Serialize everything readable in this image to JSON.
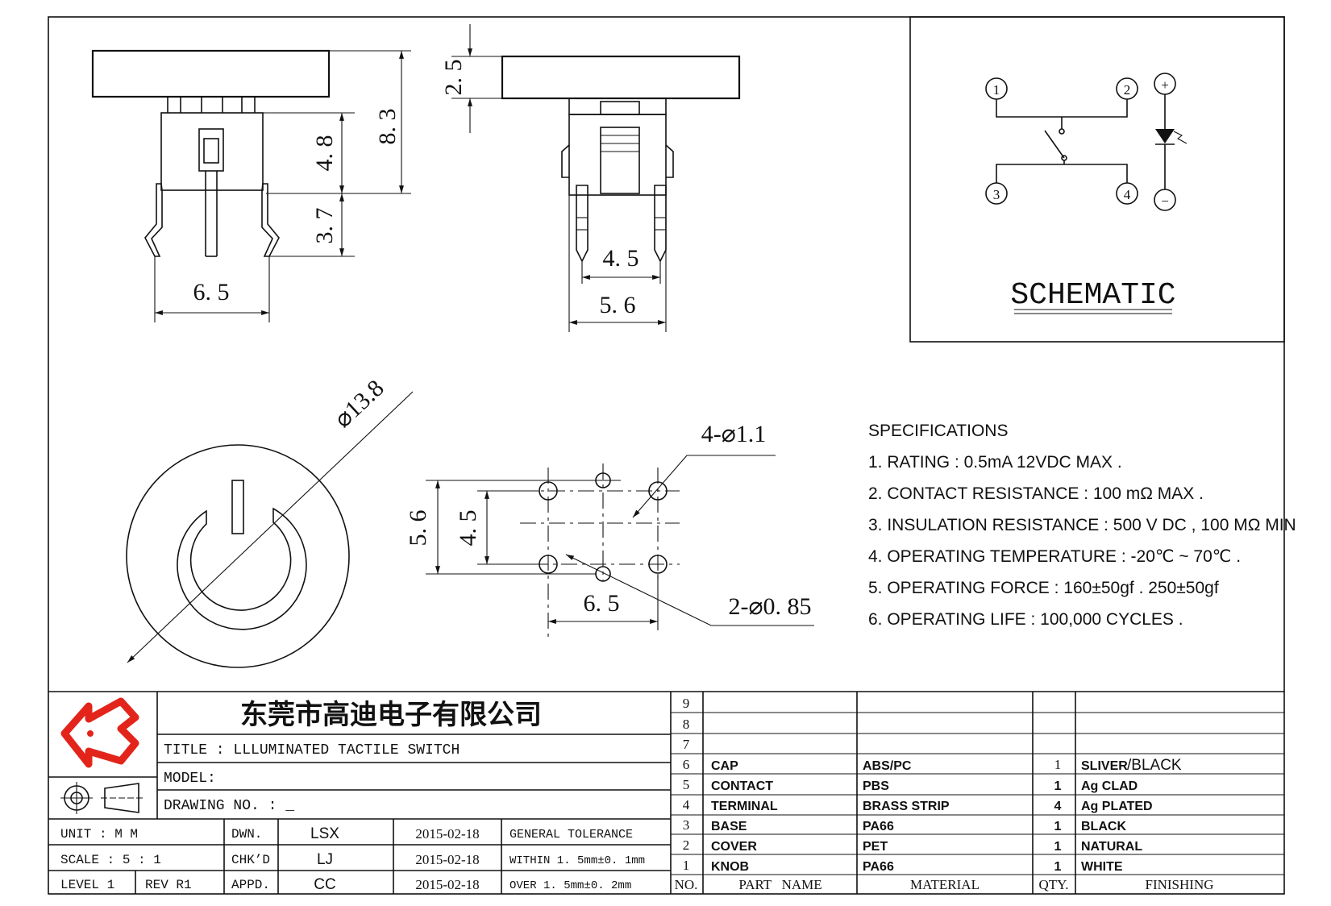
{
  "dimensions": {
    "side_width": "6. 5",
    "height_total": "8. 3",
    "body_height": "4. 8",
    "pin_length": "3. 7",
    "cap_thickness": "2. 5",
    "front_pin_spacing": "4. 5",
    "front_width": "5. 6",
    "cap_diameter": "⌀13.8",
    "holes_4": "4-⌀1.1",
    "holes_2": "2-⌀0. 85",
    "pcb_height_outer": "5. 6",
    "pcb_height_inner": "4. 5",
    "pcb_width": "6. 5"
  },
  "schematic": {
    "title": "SCHEMATIC",
    "pins": [
      "1",
      "2",
      "3",
      "4"
    ],
    "led_plus": "+",
    "led_minus": "−"
  },
  "specifications": {
    "heading": "SPECIFICATIONS",
    "items": [
      "1. RATING : 0.5mA 12VDC MAX .",
      "2. CONTACT RESISTANCE : 100 mΩ MAX .",
      "3. INSULATION RESISTANCE : 500 V DC , 100 MΩ MIN",
      "4. OPERATING TEMPERATURE : -20℃ ~ 70℃ .",
      "5. OPERATING FORCE : 160±50gf . 250±50gf",
      "6. OPERATING LIFE : 100,000 CYCLES ."
    ]
  },
  "title_block": {
    "company": "东莞市高迪电子有限公司",
    "title": "TITLE :  LLLUMINATED TACTILE SWITCH",
    "model": "MODEL:",
    "drawing_no": "DRAWING NO.  : _",
    "unit_label": "UNIT    :    M M",
    "scale_label": "SCALE   :   5  :  1",
    "level_label": "LEVEL 1",
    "rev_label": "REV   R1",
    "dwn_label": "DWN.",
    "chkd_label": "CHK’D",
    "appd_label": "APPD.",
    "dwn_name": "LSX",
    "chkd_name": "LJ",
    "appd_name": "CC",
    "dwn_date": "2015-02-18",
    "chkd_date": "2015-02-18",
    "appd_date": "2015-02-18",
    "tolerance_title": "GENERAL  TOLERANCE",
    "tolerance_1": "WITHIN  1. 5mm±0. 1mm",
    "tolerance_2": "OVER    1. 5mm±0. 2mm"
  },
  "bom": {
    "headers": [
      "NO.",
      "PART   NAME",
      "MATERIAL",
      "QTY.",
      "FINISHING"
    ],
    "empty_rows": [
      "9",
      "8",
      "7"
    ],
    "rows": [
      {
        "no": "6",
        "part": "CAP",
        "material": "ABS/PC",
        "qty": "1",
        "finish": "SLIVER",
        "finish_extra": "/BLACK"
      },
      {
        "no": "5",
        "part": "CONTACT",
        "material": "PBS",
        "qty": "1",
        "finish": "Ag CLAD",
        "finish_extra": ""
      },
      {
        "no": "4",
        "part": "TERMINAL",
        "material": "BRASS STRIP",
        "qty": "4",
        "finish": "Ag PLATED",
        "finish_extra": ""
      },
      {
        "no": "3",
        "part": "BASE",
        "material": "PA66",
        "qty": "1",
        "finish": "BLACK",
        "finish_extra": ""
      },
      {
        "no": "2",
        "part": "COVER",
        "material": "PET",
        "qty": "1",
        "finish": "NATURAL",
        "finish_extra": ""
      },
      {
        "no": "1",
        "part": "KNOB",
        "material": "PA66",
        "qty": "1",
        "finish": "WHITE",
        "finish_extra": ""
      }
    ]
  },
  "colors": {
    "logo": "#e3241b",
    "line": "#111111"
  }
}
